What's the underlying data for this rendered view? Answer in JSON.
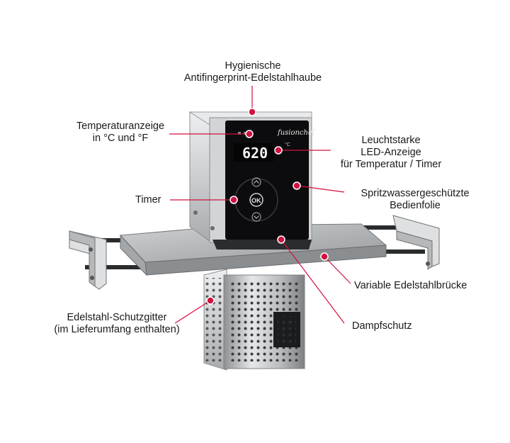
{
  "labels": {
    "haube": [
      "Hygienische",
      "Antifingerprint-Edelstahlhaube"
    ],
    "temperaturanzeige": [
      "Temperaturanzeige",
      "in °C und °F"
    ],
    "led": [
      "Leuchtstarke",
      "LED-Anzeige",
      "für Temperatur / Timer"
    ],
    "timer": [
      "Timer"
    ],
    "bedienfolie": [
      "Spritzwassergeschützte",
      "Bedienfolie"
    ],
    "bruecke": [
      "Variable Edelstahlbrücke"
    ],
    "dampfschutz": [
      "Dampfschutz"
    ],
    "schutzgitter": [
      "Edelstahl-Schutzgitter",
      "(im Lieferumfang enthalten)"
    ]
  },
  "device": {
    "brand": "fusionchef",
    "display_value": "620",
    "unit": "°C",
    "ok_label": "OK"
  },
  "colors": {
    "accent": "#d1123f",
    "panel": "#0c0c0e",
    "steel": "#c9cbcd"
  }
}
